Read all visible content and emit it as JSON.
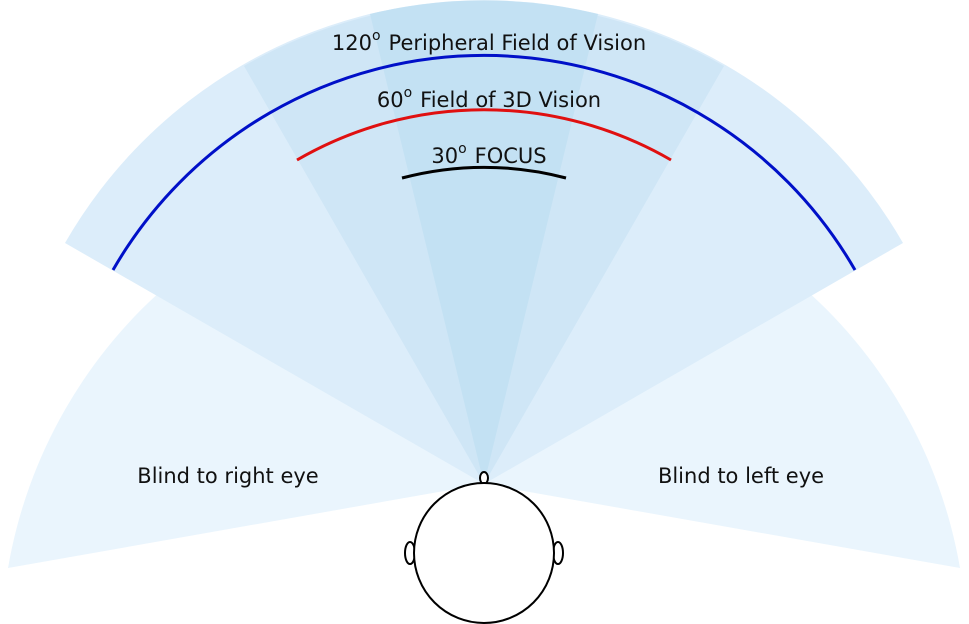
{
  "colors": {
    "sector_outer": "#eaf5fd",
    "sector_periph": "#dcedfa",
    "sector_3d": "#cfe6f6",
    "sector_focus": "#c3e1f3",
    "arc_periph": "#0010c8",
    "arc_3d": "#e01010",
    "arc_focus": "#000000",
    "head": "#000000"
  },
  "labels": {
    "periph_number": "120",
    "periph_degree": "o",
    "periph_text": "Peripheral Field of Vision",
    "three_d_number": "60",
    "three_d_degree": "o",
    "three_d_text": "Field of 3D Vision",
    "focus_number": "30",
    "focus_degree": "o",
    "focus_text": "FOCUS",
    "blind_right": "Blind to right eye",
    "blind_left": "Blind to left eye"
  }
}
